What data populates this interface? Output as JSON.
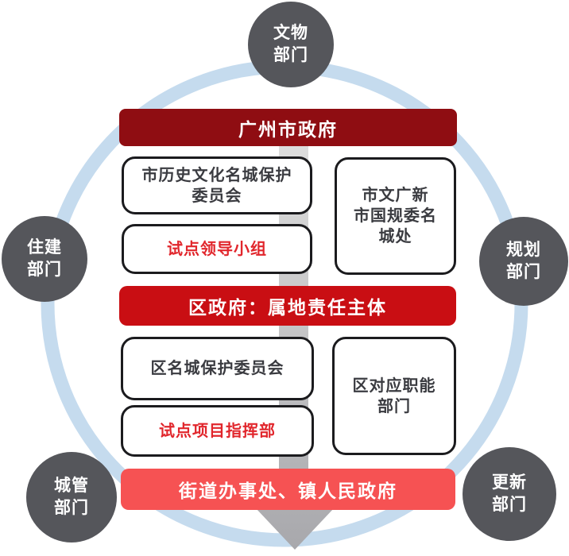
{
  "diagram": {
    "banners": {
      "city": {
        "label": "广州市政府"
      },
      "district": {
        "label": "区政府：属地责任主体"
      },
      "street": {
        "label": "街道办事处、镇人民政府"
      }
    },
    "boxes": {
      "city_committee": {
        "label": "市历史文化名城保护\n委员会"
      },
      "pilot_leading_group": {
        "label": "试点领导小组"
      },
      "city_departments": {
        "label": "市文广新\n市国规委名\n城处"
      },
      "district_committee": {
        "label": "区名城保护委员会"
      },
      "pilot_project_hq": {
        "label": "试点项目指挥部"
      },
      "district_departments": {
        "label": "区对应职能\n部门"
      }
    },
    "circles": [
      {
        "position": "top",
        "label": "文物\n部门"
      },
      {
        "position": "left",
        "label": "住建\n部门"
      },
      {
        "position": "right",
        "label": "规划\n部门"
      },
      {
        "position": "bottom-left",
        "label": "城管\n部门"
      },
      {
        "position": "bottom-right",
        "label": "更新\n部门"
      }
    ],
    "colors": {
      "banner_dark_red": "#8F0D12",
      "banner_bright_red": "#C90E13",
      "banner_coral_red": "#F65253",
      "accent_text_red": "#E1262C",
      "circle_gray": "#55565B",
      "ring_blue": "#C5DBEE",
      "arrow_gray_top": "#DFDFDF",
      "arrow_gray_bottom": "#A8A8AC",
      "box_border": "#1B1B1E",
      "box_text": "#3A3B40"
    }
  }
}
